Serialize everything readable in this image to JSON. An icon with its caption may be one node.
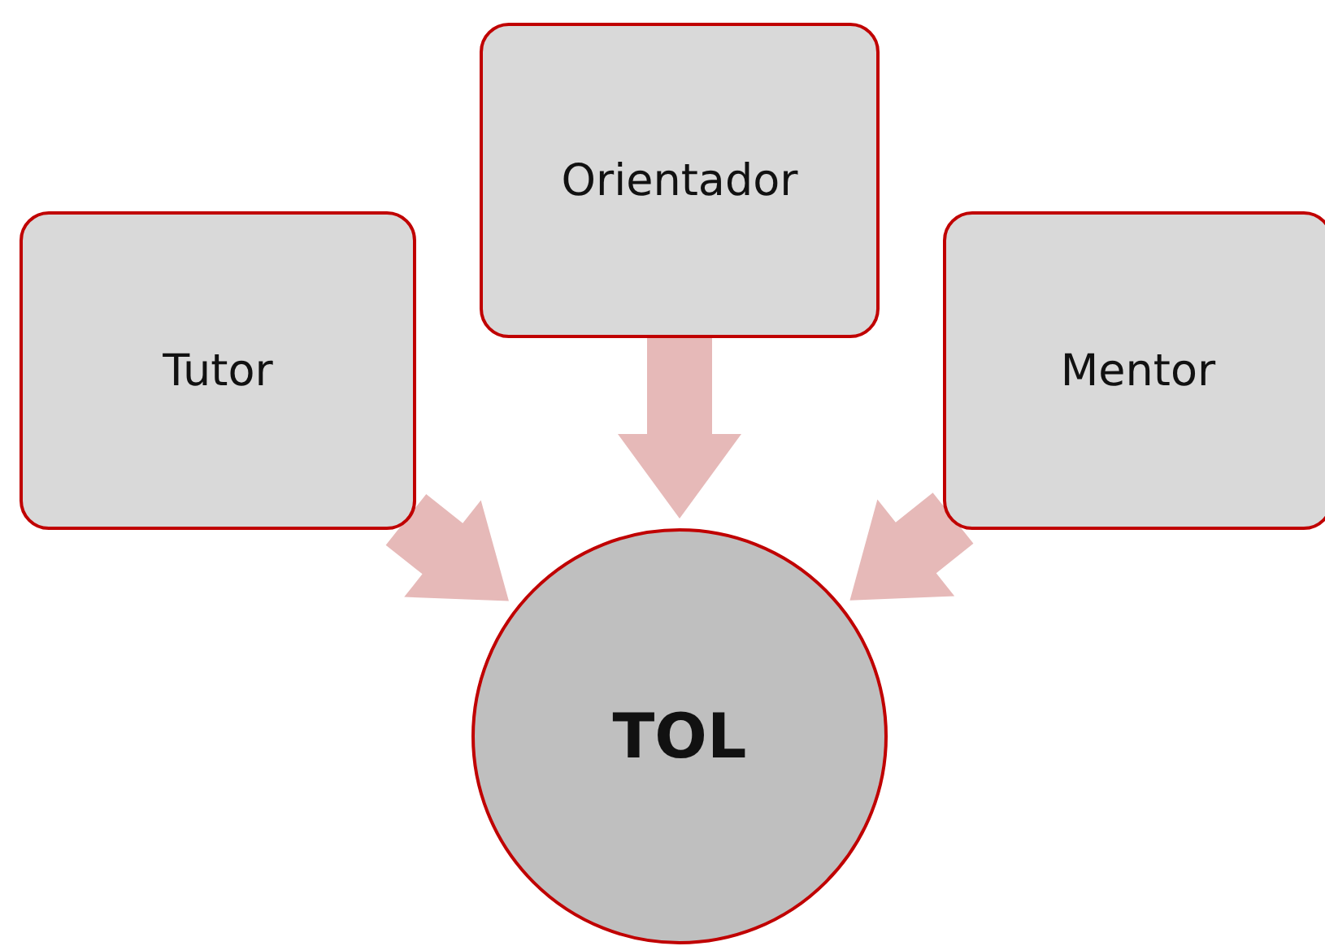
{
  "diagram": {
    "nodes": [
      {
        "text": [
          "Tutor"
        ]
      },
      {
        "text": [
          "Orientador"
        ]
      },
      {
        "text": [
          "Mentor"
        ]
      },
      {
        "text": [
          "TOL"
        ]
      }
    ],
    "edges": [
      {
        "from": 0,
        "to": 3,
        "arrow": "to"
      },
      {
        "from": 1,
        "to": 3,
        "arrow": "to"
      },
      {
        "from": 2,
        "to": 3,
        "arrow": "to"
      }
    ]
  }
}
